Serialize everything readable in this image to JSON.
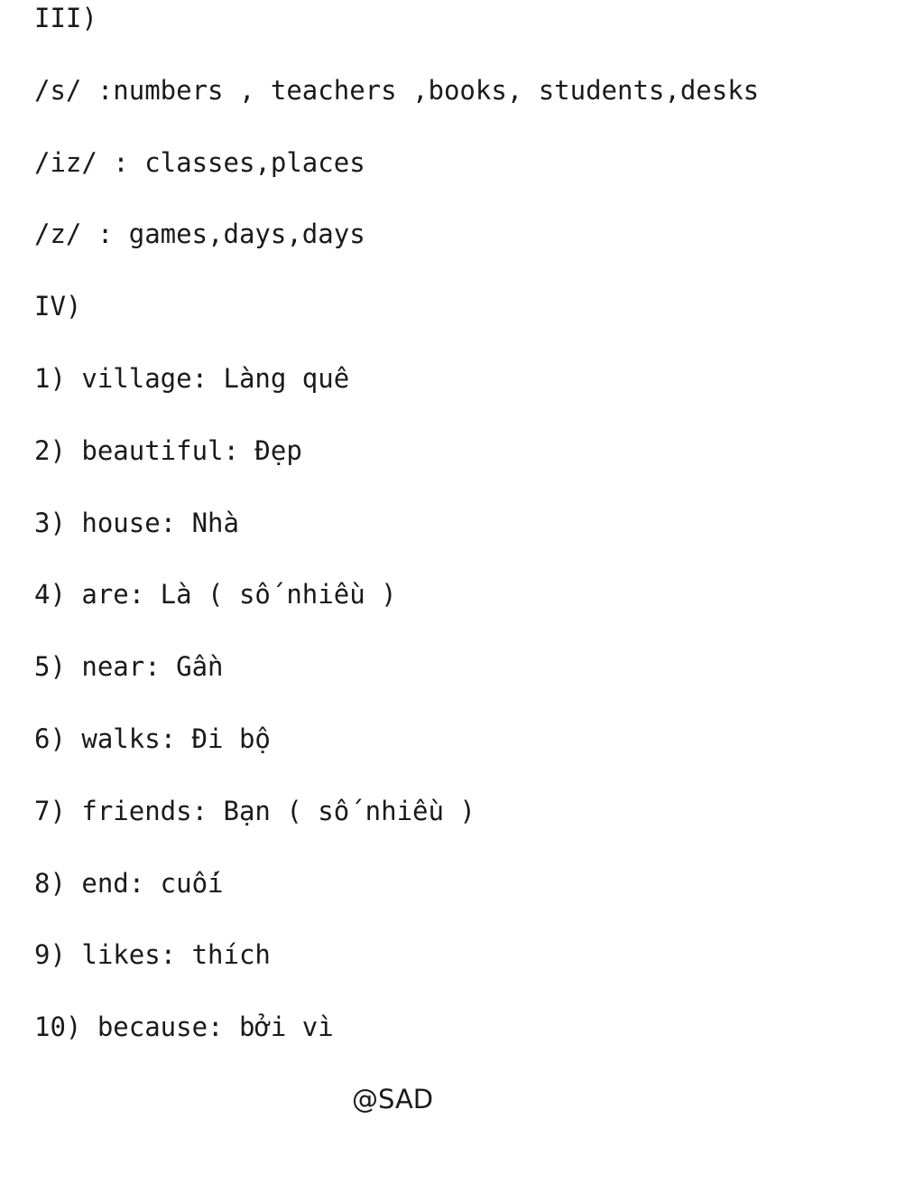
{
  "document": {
    "lines": [
      "III)",
      "/s/ :numbers , teachers ,books, students,desks",
      "/iz/ : classes,places",
      "/z/ : games,days,days",
      "IV)",
      "1) village: Làng quê",
      "2) beautiful: Đẹp",
      "3) house: Nhà",
      "4) are: Là ( số nhiều )",
      "5) near: Gần",
      "6) walks: Đi bộ",
      "7) friends: Bạn ( số nhiều )",
      "8) end: cuối",
      "9) likes: thích",
      "10) because: bởi vì"
    ],
    "signature": "@SAD"
  }
}
